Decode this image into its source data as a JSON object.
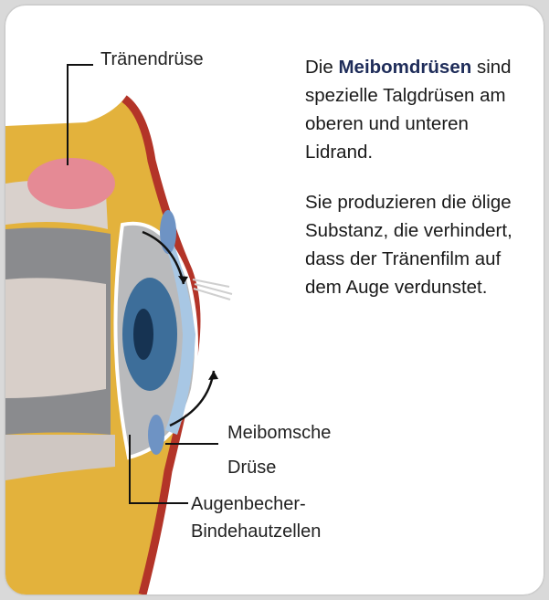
{
  "labels": {
    "tear_gland": "Tränendrüse",
    "meibom_gland_line1": "Meibomsche",
    "meibom_gland_line2": "Drüse",
    "goblet_cells_line1": "Augenbecher-",
    "goblet_cells_line2": "Bindehautzellen"
  },
  "text": {
    "p1_prefix": "Die ",
    "p1_bold": "Meibomdrüsen",
    "p1_rest": " sind spezielle Talgdrüsen am oberen und unteren Lidrand.",
    "p2": "Sie produzieren die ölige Substanz, die verhindert, dass der Tränenfilm auf dem Auge verdunstet."
  },
  "colors": {
    "skin": "#e3b23c",
    "lid_red": "#b33428",
    "tear_gland_pink": "#e58a95",
    "sclera": "#b9babc",
    "iris": "#3d6e9a",
    "pupil": "#163352",
    "conjunctiva_blue": "#a8c7e4",
    "emphasis": "#1f2d5a"
  }
}
